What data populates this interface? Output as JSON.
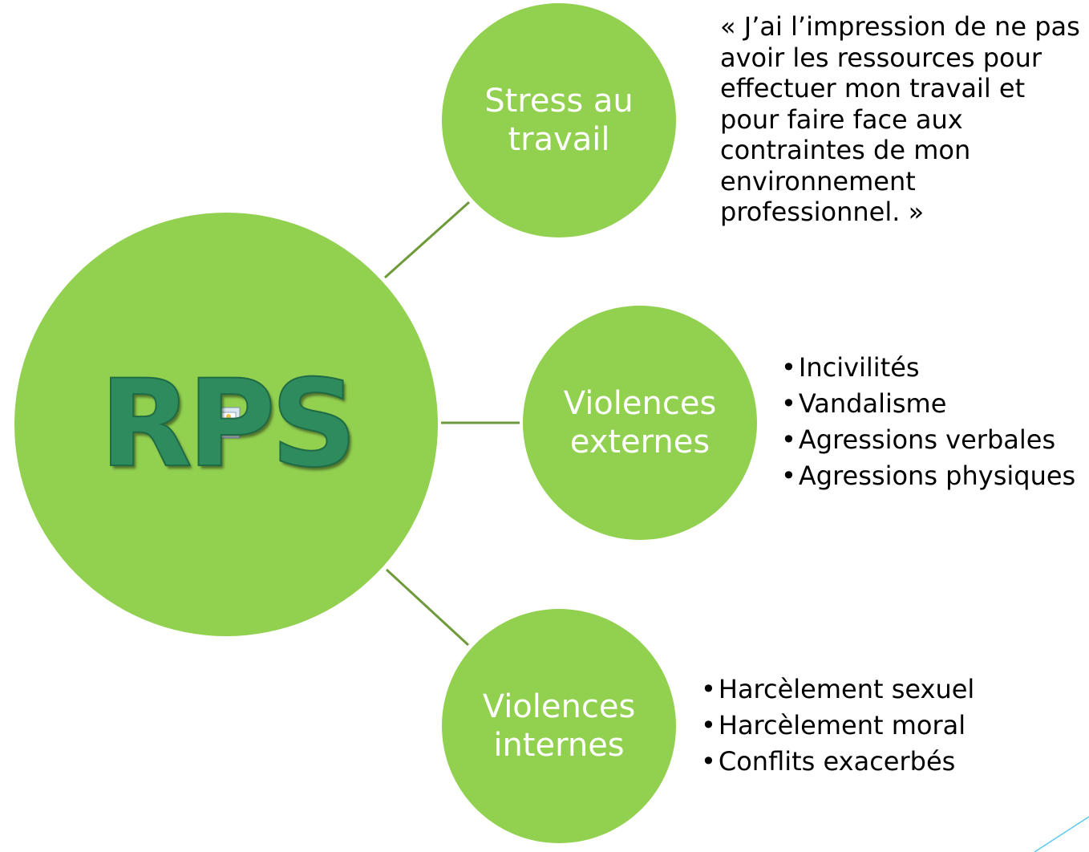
{
  "center": {
    "title": "RPS"
  },
  "branches": [
    {
      "label_line1": "Stress au",
      "label_line2": "travail"
    },
    {
      "label_line1": "Violences",
      "label_line2": "externes"
    },
    {
      "label_line1": "Violences",
      "label_line2": "internes"
    }
  ],
  "quote": "« J’ai l’impression de ne pas avoir les ressources pour effectuer mon travail et pour faire face aux contraintes de mon environnement professionnel. »",
  "external_items": [
    "Incivilités",
    "Vandalisme",
    "Agressions verbales",
    "Agressions physiques"
  ],
  "internal_items": [
    "Harcèlement sexuel",
    "Harcèlement moral",
    "Conflits exacerbés"
  ],
  "colors": {
    "circle_fill": "#92d050",
    "connector": "#6f9a3a",
    "rps_text": "#2e8b5e",
    "corner_line": "#5bc8f0"
  }
}
